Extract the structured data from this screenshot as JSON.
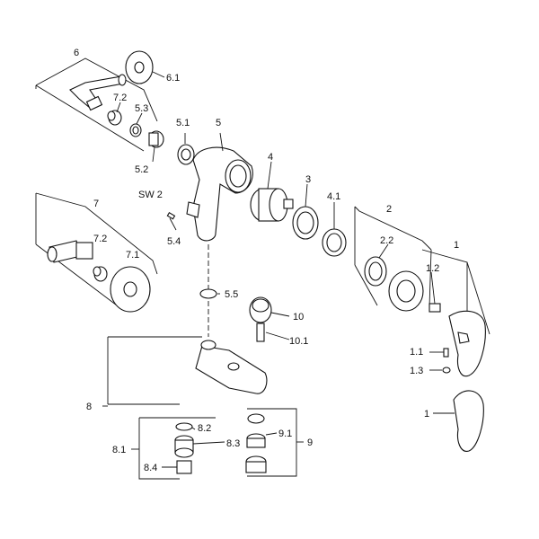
{
  "labels": {
    "l6": "6",
    "l6_1": "6.1",
    "l7_2a": "7.2",
    "l5_3": "5.3",
    "l5_2": "5.2",
    "l5_1": "5.1",
    "l5": "5",
    "l4": "4",
    "l3": "3",
    "l4_1": "4.1",
    "l2": "2",
    "l2_2": "2.2",
    "l1": "1",
    "l1_2": "1.2",
    "l7": "7",
    "l7_2b": "7.2",
    "l7_1": "7.1",
    "lsw2": "SW 2",
    "l5_4": "5.4",
    "l5_5": "5.5",
    "l10": "10",
    "l10_1": "10.1",
    "l1_1": "1.1",
    "l1_3": "1.3",
    "l8": "8",
    "l8_2": "8.2",
    "l8_3": "8.3",
    "l8_1": "8.1",
    "l8_4": "8.4",
    "l9_1": "9.1",
    "l9": "9",
    "l1b": "1"
  },
  "colors": {
    "ink": "#111111",
    "background": "#ffffff"
  }
}
